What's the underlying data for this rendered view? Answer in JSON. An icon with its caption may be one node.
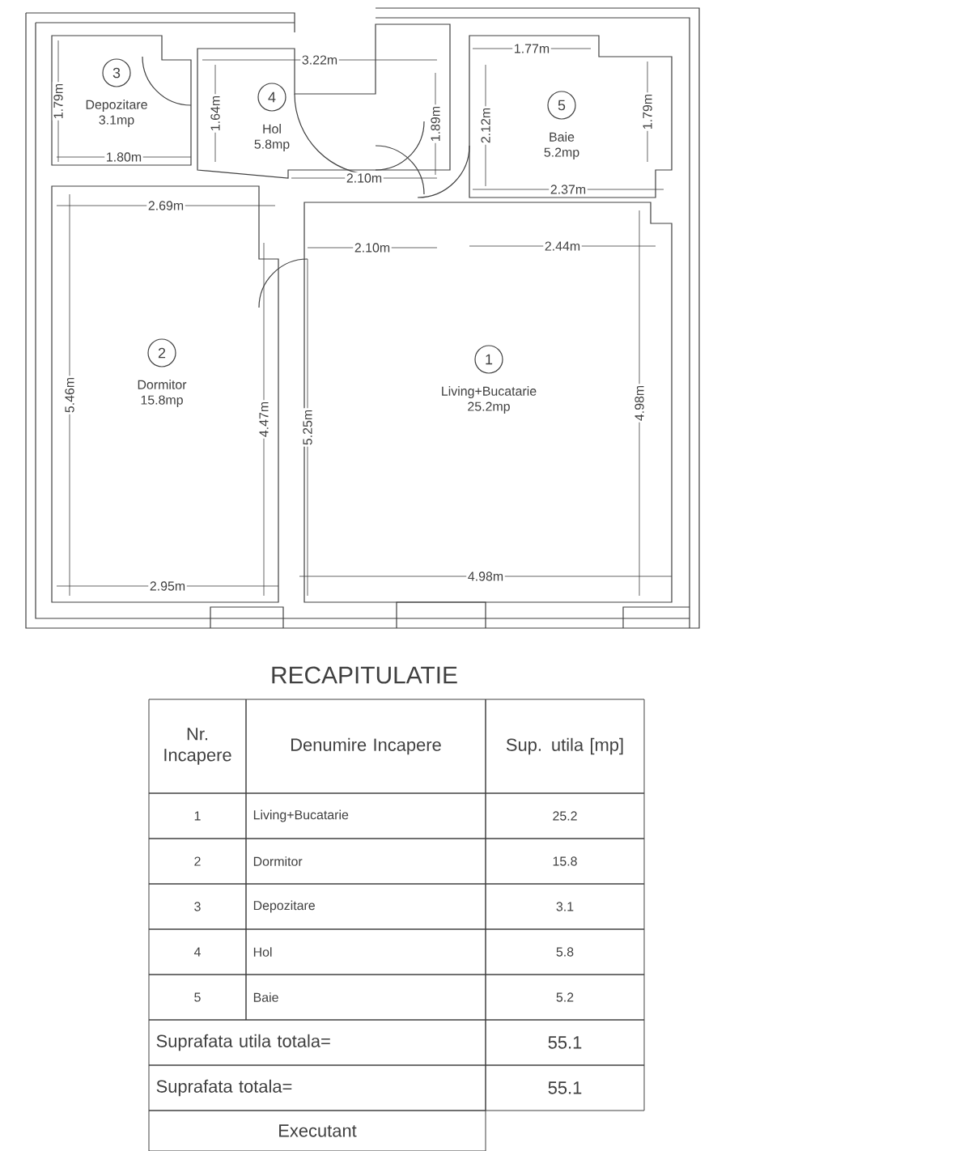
{
  "diagram": {
    "title": "RECAPITULATIE",
    "nodes": [
      {
        "text": [
          "Depozitare",
          "3.1mp"
        ]
      },
      {
        "text": [
          "3"
        ],
        "in": 0
      },
      {
        "text": [
          "Hol",
          "5.8mp"
        ]
      },
      {
        "text": [
          "4"
        ],
        "in": 2
      },
      {
        "text": [
          "Baie",
          "5.2mp"
        ]
      },
      {
        "text": [
          "5"
        ],
        "in": 4
      },
      {
        "text": [
          "Dormitor",
          "15.8mp"
        ]
      },
      {
        "text": [
          "2"
        ],
        "in": 6
      },
      {
        "text": [
          "Living+Bucatarie",
          "25.2mp"
        ]
      },
      {
        "text": [
          "1"
        ],
        "in": 8
      }
    ],
    "labels": [
      "1.79m",
      "1.80m",
      "1.64m",
      "3.22m",
      "1.89m",
      "2.10m",
      "1.77m",
      "2.12m",
      "1.79m",
      "2.37m",
      "2.69m",
      "2.10m",
      "2.44m",
      "5.46m",
      "4.47m",
      "5.25m",
      "4.98m",
      "2.95m",
      "4.98m",
      "Nr. Incapere",
      "Denumire Incapere",
      "Sup. utila [mp]",
      "1",
      "Living+Bucatarie",
      "25.2",
      "2",
      "Dormitor",
      "15.8",
      "3",
      "Depozitare",
      "3.1",
      "4",
      "Hol",
      "5.8",
      "5",
      "Baie",
      "5.2",
      "Suprafata utila totala=",
      "55.1",
      "Suprafata totala=",
      "55.1",
      "Executant"
    ]
  }
}
